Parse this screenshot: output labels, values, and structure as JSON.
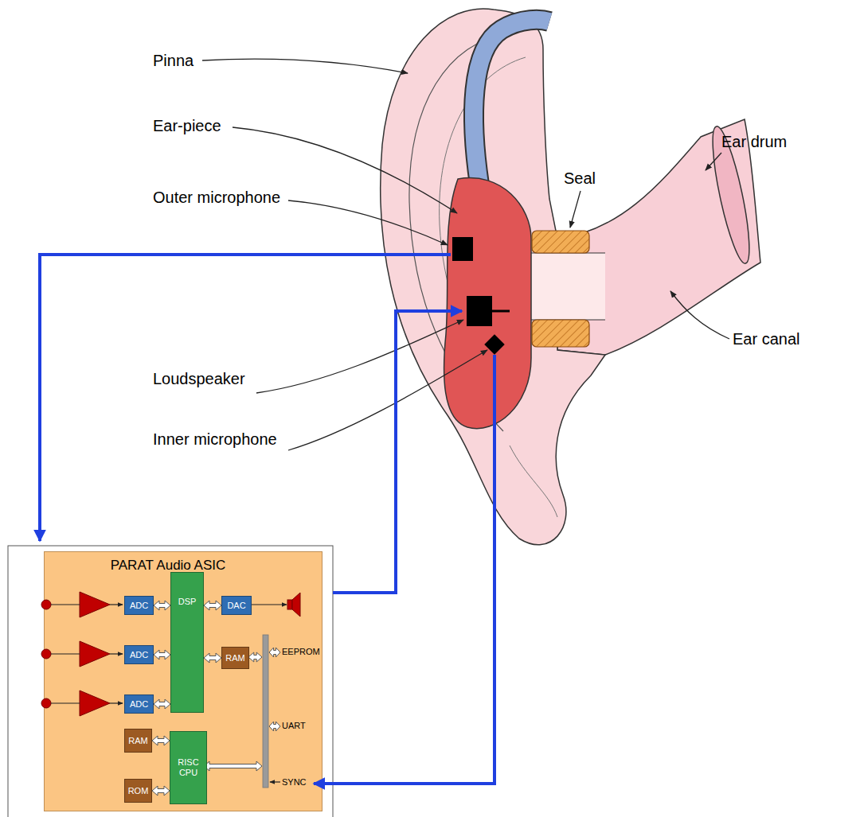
{
  "diagram": {
    "nodes": [
      {
        "text": [
          "PARAT Audio ASIC"
        ]
      },
      {
        "text": [
          "ADC"
        ],
        "in": 0
      },
      {
        "text": [
          "DSP"
        ],
        "in": 0
      },
      {
        "text": [
          "DAC"
        ],
        "in": 0
      },
      {
        "text": [
          "ADC"
        ],
        "in": 0
      },
      {
        "text": [
          "RAM"
        ],
        "in": 0
      },
      {
        "text": [
          "ADC"
        ],
        "in": 0
      },
      {
        "text": [
          "RAM"
        ],
        "in": 0
      },
      {
        "text": [
          "RISC CPU"
        ],
        "in": 0
      },
      {
        "text": [
          "ROM"
        ],
        "in": 0
      }
    ],
    "edges": [
      {
        "from": 1,
        "to": 2,
        "arrow": "both"
      },
      {
        "from": 2,
        "to": 3,
        "arrow": "both"
      },
      {
        "from": 4,
        "to": 2,
        "arrow": "both"
      },
      {
        "from": 2,
        "to": 5,
        "arrow": "both"
      },
      {
        "from": 6,
        "to": 2,
        "arrow": "both"
      },
      {
        "from": 7,
        "to": 8,
        "arrow": "both"
      },
      {
        "from": 9,
        "to": 8,
        "arrow": "both"
      }
    ],
    "labels": [
      "Pinna",
      "Ear-piece",
      "Outer microphone",
      "Seal",
      "Ear drum",
      "Ear canal",
      "Loudspeaker",
      "Inner microphone",
      "EEPROM",
      "UART",
      "SYNC"
    ]
  }
}
